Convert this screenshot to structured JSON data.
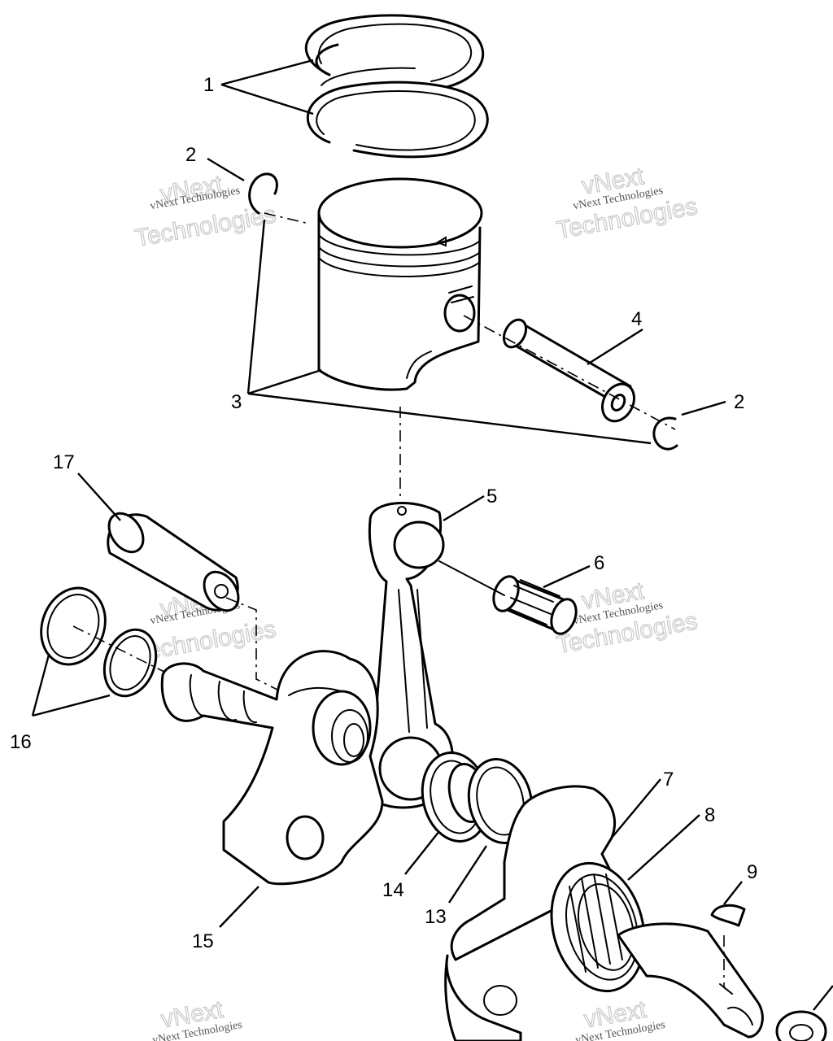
{
  "callouts": {
    "c1": "1",
    "c2a": "2",
    "c2b": "2",
    "c3": "3",
    "c4": "4",
    "c5": "5",
    "c6": "6",
    "c7": "7",
    "c8": "8",
    "c9": "9",
    "c13": "13",
    "c14": "14",
    "c15": "15",
    "c16": "16",
    "c17": "17"
  },
  "watermark": {
    "line1": "vNext Technologies",
    "line2": "vNext",
    "line3": "Technologies"
  }
}
